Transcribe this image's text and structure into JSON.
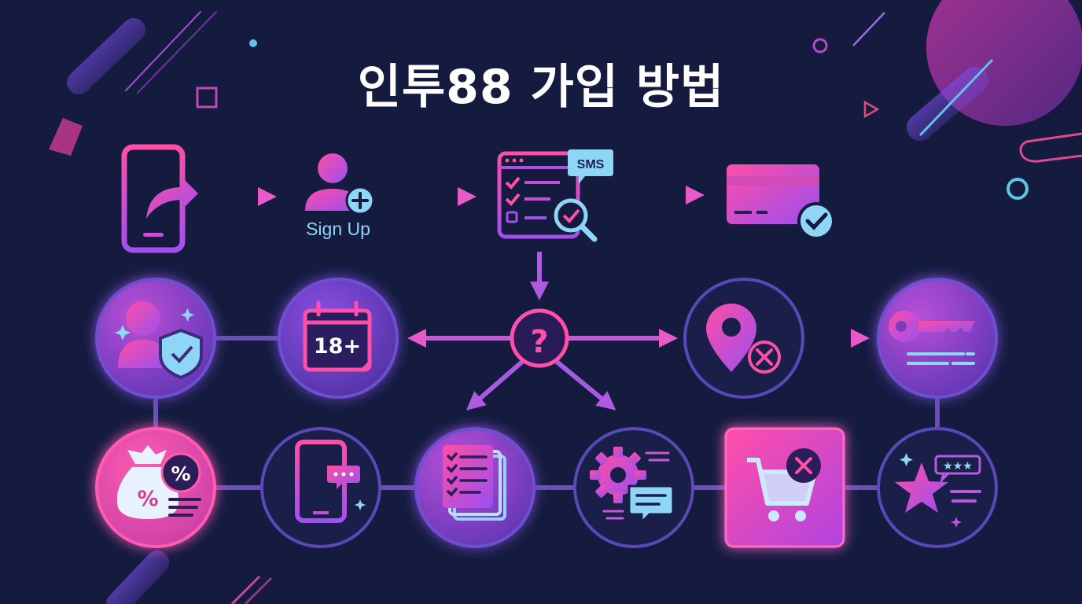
{
  "title": "인투88 가입 방법",
  "signup_label": "Sign Up",
  "sms_label": "SMS",
  "age_label": "18+",
  "question_mark": "?",
  "discount_symbol": "%",
  "colors": {
    "background": "#141b3f",
    "pink": "#ff3f9a",
    "purple": "#9b4df0",
    "cyan": "#8fd6f6",
    "node_border": "#5b48b8"
  },
  "top_steps": [
    {
      "icon": "phone-share-icon"
    },
    {
      "icon": "user-add-icon"
    },
    {
      "icon": "verification-checklist-icon"
    },
    {
      "icon": "card-check-icon"
    }
  ],
  "middle_nodes": [
    {
      "icon": "user-shield-icon"
    },
    {
      "icon": "calendar-18-icon"
    },
    {
      "icon": "question-icon"
    },
    {
      "icon": "location-blocked-icon"
    },
    {
      "icon": "key-icon"
    }
  ],
  "bottom_nodes": [
    {
      "icon": "money-bag-percent-icon"
    },
    {
      "icon": "phone-chat-icon"
    },
    {
      "icon": "document-checklist-icon"
    },
    {
      "icon": "settings-chat-icon"
    },
    {
      "icon": "cart-cancel-icon"
    },
    {
      "icon": "star-rating-icon"
    }
  ]
}
